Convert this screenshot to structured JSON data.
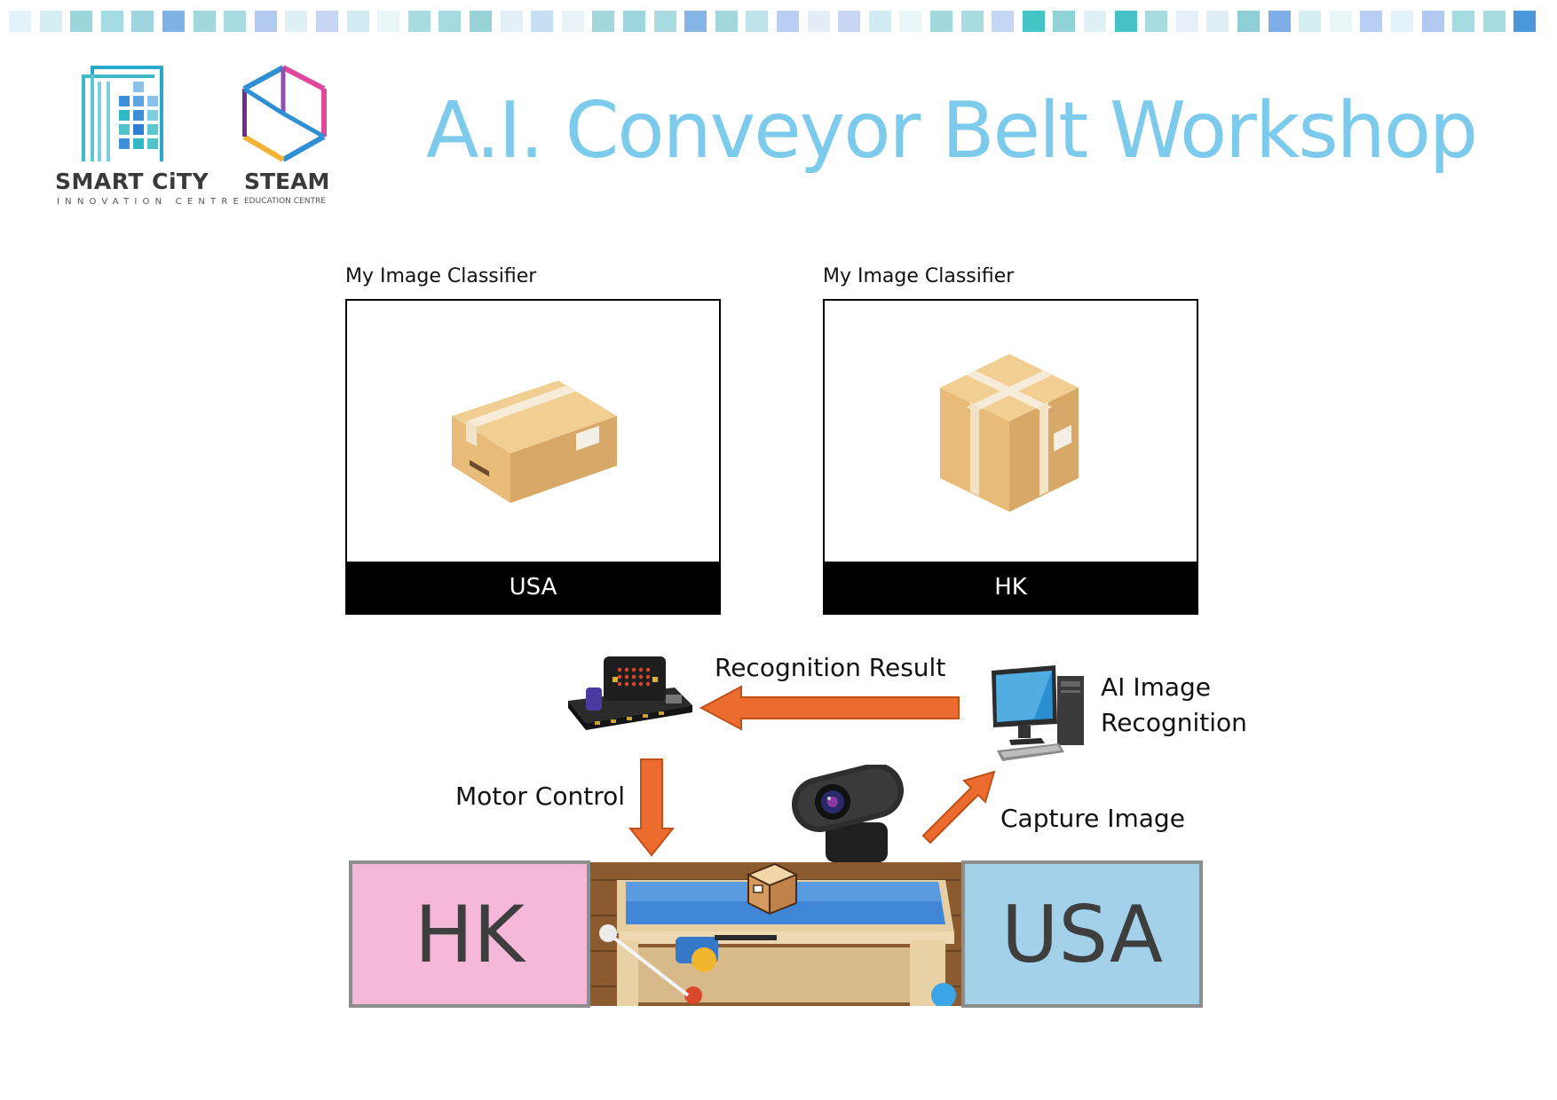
{
  "header": {
    "title": "A.I. Conveyor Belt Workshop",
    "logos": {
      "smart_city": {
        "name": "SMART CiTY",
        "subtitle": "INNOVATION CENTRE"
      },
      "steam": {
        "name": "STEAM",
        "subtitle": "EDUCATION CENTRE"
      }
    },
    "strip_colors": [
      "#e3f2f8",
      "#d3eff4",
      "#9bd6dc",
      "#a3dbe2",
      "#9fd5df",
      "#7fb2e6",
      "#a1d7df",
      "#a8dae2",
      "#b2c9f1",
      "#e0f1f6",
      "#c8d6f4",
      "#d1ecf2",
      "#e8f6f8",
      "#a7dbe0",
      "#a4dae0",
      "#96d2d8",
      "#e3f0f7",
      "#c7dff3",
      "#e9f4f9",
      "#a1d8dc",
      "#9ed6df",
      "#a7dbe0",
      "#87b4e6",
      "#a2d7df",
      "#bfe4eb",
      "#b9cef4",
      "#e3eef8",
      "#c8d6f4",
      "#d1ecf2",
      "#e8f6f8",
      "#a1d8dc",
      "#a7dbe0",
      "#c3d6f4",
      "#44c4c4",
      "#90d3d6",
      "#e0f1f6",
      "#45c1c7",
      "#a7dbe0",
      "#e6f0f9",
      "#e0eef8",
      "#8ecfd6",
      "#7eaee6",
      "#d3eff4",
      "#e8f6f8",
      "#b9cef4",
      "#e3f2f8",
      "#b2c9f1",
      "#a4dae0",
      "#a7dbe0",
      "#4a97d9"
    ]
  },
  "classifiers": [
    {
      "title": "My Image Classifier",
      "result": "USA"
    },
    {
      "title": "My Image Classifier",
      "result": "HK"
    }
  ],
  "flow": {
    "recognition_result": "Recognition Result",
    "ai_line1": "AI Image",
    "ai_line2": "Recognition",
    "motor_control": "Motor Control",
    "capture_image": "Capture Image"
  },
  "bins": {
    "left": "HK",
    "right": "USA"
  },
  "colors": {
    "title": "#7ccbec",
    "arrow": "#ec6c2f",
    "bin_hk": "#f6b8d9",
    "bin_usa": "#a3d1ea",
    "box_top": "#f1cf92",
    "box_side": "#d7a868"
  },
  "icons": {
    "classifier_box_1": "cardboard-box-icon",
    "classifier_box_2": "cardboard-box-icon",
    "controller": "microbit-board-icon",
    "computer": "desktop-computer-icon",
    "camera": "webcam-icon"
  }
}
